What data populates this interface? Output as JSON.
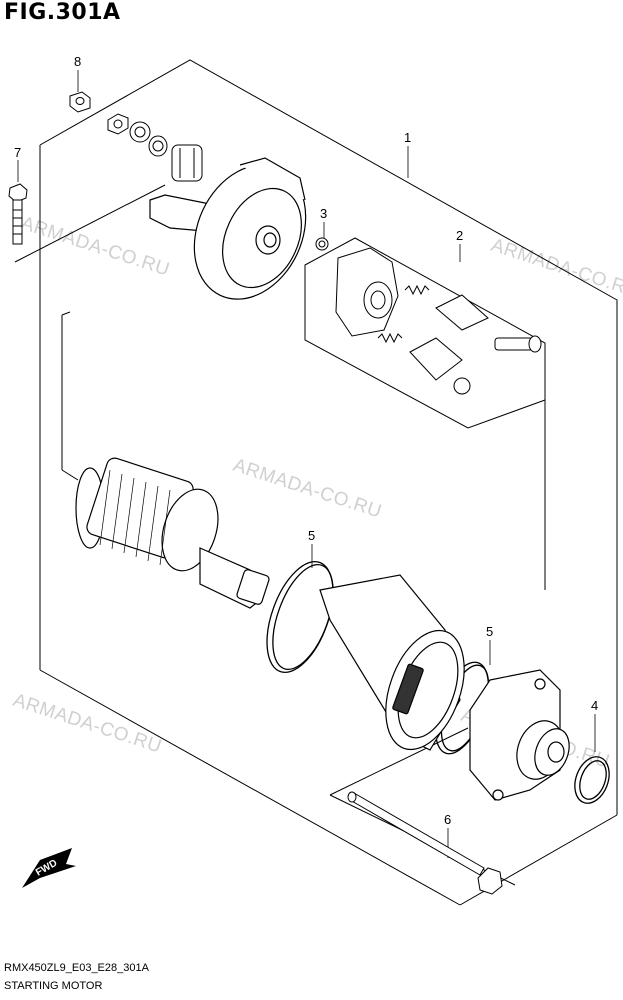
{
  "figure": {
    "title": "FIG.301A",
    "code": "RMX450ZL9_E03_E28_301A",
    "name": "STARTING MOTOR"
  },
  "watermarks": [
    "ARMADA-CO.RU",
    "ARMADA-CO.RU",
    "ARMADA-CO.RU",
    "ARMADA-CO.RU",
    "ARMADA-CO.RU"
  ],
  "callouts": [
    "1",
    "2",
    "3",
    "4",
    "5",
    "5",
    "6",
    "7",
    "8"
  ],
  "direction_marker": "FWD"
}
